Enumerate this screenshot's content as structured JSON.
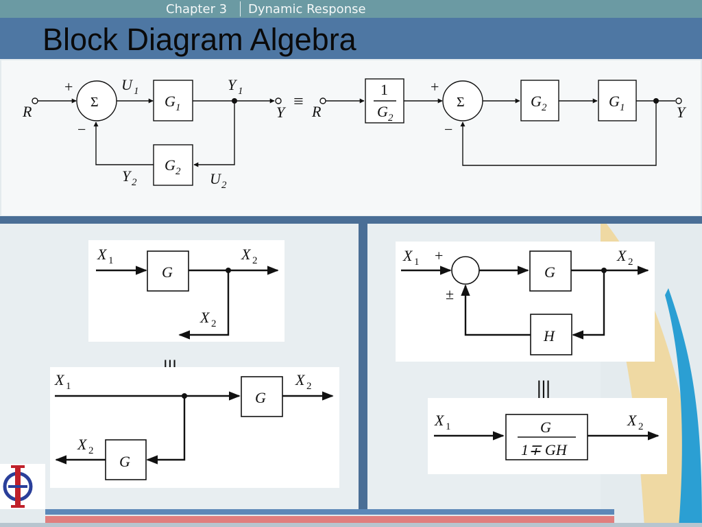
{
  "header": {
    "chapter": "Chapter 3",
    "section": "Dynamic Response",
    "title": "Block Diagram Algebra"
  },
  "top_diagram": {
    "left": {
      "input": "R",
      "plus": "+",
      "minus": "−",
      "sum": "Σ",
      "u1": "U",
      "u1_sub": "1",
      "g1": "G",
      "g1_sub": "1",
      "y1": "Y",
      "y1_sub": "1",
      "output": "Y",
      "g2": "G",
      "g2_sub": "2",
      "y2": "Y",
      "y2_sub": "2",
      "u2": "U",
      "u2_sub": "2"
    },
    "equiv": "≡",
    "right": {
      "input": "R",
      "pre_num": "1",
      "pre_den": "G",
      "pre_den_sub": "2",
      "plus": "+",
      "minus": "−",
      "sum": "Σ",
      "g2": "G",
      "g2_sub": "2",
      "g1": "G",
      "g1_sub": "1",
      "output": "Y"
    }
  },
  "panel_left": {
    "a": {
      "x1": "X",
      "x1_sub": "1",
      "g": "G",
      "x2": "X",
      "x2_sub": "2",
      "x2b": "X",
      "x2b_sub": "2"
    },
    "equiv": "|||",
    "b": {
      "x1": "X",
      "x1_sub": "1",
      "g": "G",
      "x2": "X",
      "x2_sub": "2",
      "x2b": "X",
      "x2b_sub": "2",
      "g2": "G"
    }
  },
  "panel_right": {
    "a": {
      "x1": "X",
      "x1_sub": "1",
      "plus": "+",
      "pm": "±",
      "g": "G",
      "x2": "X",
      "x2_sub": "2",
      "h": "H"
    },
    "equiv": "|||",
    "b": {
      "x1": "X",
      "x1_sub": "1",
      "num": "G",
      "den": "1∓ GH",
      "x2": "X",
      "x2_sub": "2"
    }
  }
}
